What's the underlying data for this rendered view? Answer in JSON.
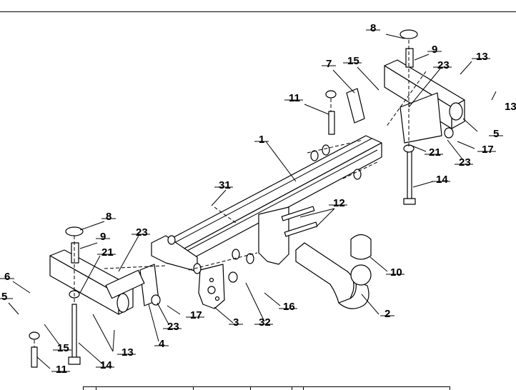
{
  "diagram": {
    "callouts": [
      {
        "id": "c1",
        "label": "1"
      },
      {
        "id": "c2",
        "label": "2"
      },
      {
        "id": "c3",
        "label": "3"
      },
      {
        "id": "c4",
        "label": "4"
      },
      {
        "id": "c5a",
        "label": "5"
      },
      {
        "id": "c5b",
        "label": "5"
      },
      {
        "id": "c6",
        "label": "6"
      },
      {
        "id": "c7",
        "label": "7"
      },
      {
        "id": "c8a",
        "label": "8"
      },
      {
        "id": "c8b",
        "label": "8"
      },
      {
        "id": "c9a",
        "label": "9"
      },
      {
        "id": "c9b",
        "label": "9"
      },
      {
        "id": "c10",
        "label": "10"
      },
      {
        "id": "c11a",
        "label": "11"
      },
      {
        "id": "c11b",
        "label": "11"
      },
      {
        "id": "c12",
        "label": "12"
      },
      {
        "id": "c13a",
        "label": "13"
      },
      {
        "id": "c13b",
        "label": "13"
      },
      {
        "id": "c13c",
        "label": "13"
      },
      {
        "id": "c14a",
        "label": "14"
      },
      {
        "id": "c14b",
        "label": "14"
      },
      {
        "id": "c15a",
        "label": "15"
      },
      {
        "id": "c15b",
        "label": "15"
      },
      {
        "id": "c16",
        "label": "16"
      },
      {
        "id": "c17a",
        "label": "17"
      },
      {
        "id": "c17b",
        "label": "17"
      },
      {
        "id": "c21a",
        "label": "21"
      },
      {
        "id": "c21b",
        "label": "21"
      },
      {
        "id": "c23a",
        "label": "23"
      },
      {
        "id": "c23b",
        "label": "23"
      },
      {
        "id": "c23c",
        "label": "23"
      },
      {
        "id": "c23d",
        "label": "23"
      },
      {
        "id": "c31",
        "label": "31"
      },
      {
        "id": "c32",
        "label": "32"
      }
    ]
  }
}
